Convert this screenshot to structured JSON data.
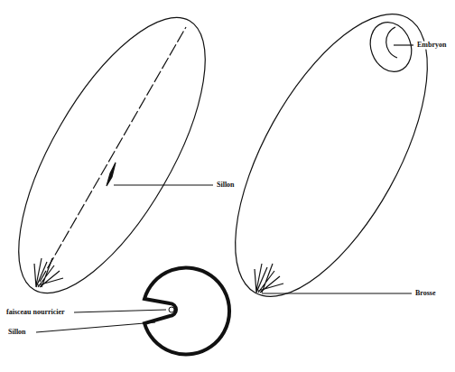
{
  "diagram": {
    "labels": [
      "Embryon",
      "Sillon",
      "Brosse",
      "faisceau nourricier",
      "Sillon"
    ]
  }
}
